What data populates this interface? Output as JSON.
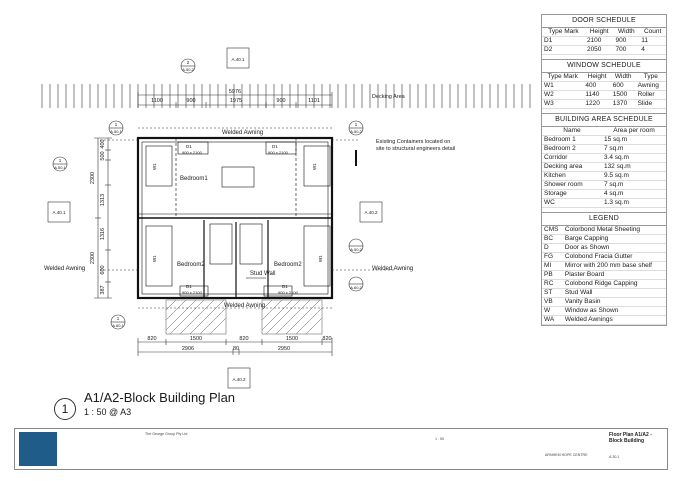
{
  "plan": {
    "title": "A1/A2-Block Building Plan",
    "number": "1",
    "scale": "1 : 50 @ A3",
    "top_dims": {
      "total": "5976",
      "segments": [
        "1100",
        "900",
        "1975",
        "900",
        "1101"
      ]
    },
    "bottom_dims": {
      "segments": [
        "820",
        "1500",
        "820",
        "1500",
        "820"
      ],
      "halves": [
        "2906",
        "80",
        "2950"
      ]
    },
    "left_dims": [
      "400",
      "500",
      "2300",
      "1313",
      "1316",
      "2300",
      "600",
      "387"
    ],
    "room_labels": [
      "Bedroom1",
      "Bedroom2",
      "Bedroom2",
      "Stud Wall",
      "Decking Area"
    ],
    "door_marks": [
      {
        "tag": "D1",
        "size": "900 x 2100"
      },
      {
        "tag": "D1",
        "size": "900 x 2100"
      },
      {
        "tag": "D1",
        "size": "900 x 2100"
      },
      {
        "tag": "D1",
        "size": "900 x 2100"
      }
    ],
    "window_marks": [
      "W1",
      "W1",
      "W1",
      "W1"
    ],
    "annotations": {
      "welded_awning_top": "Welded Awning",
      "welded_awning_bottom": "Welded Awning",
      "welded_awning_left": "Welded Awning",
      "welded_awning_right": "Welded Awning",
      "existing_containers": "Existing Containers located on site to structural engineers detail",
      "decking": "Decking Area"
    },
    "callouts": [
      {
        "num": "2",
        "ref": "A.50.2"
      },
      {
        "num": "1",
        "ref": "A.40.1"
      },
      {
        "num": "1",
        "ref": "A.50.1"
      },
      {
        "num": "1",
        "ref": "A.50.1"
      },
      {
        "num": "1",
        "ref": "A.40.1"
      },
      {
        "num": "1",
        "ref": "A.40.2"
      },
      {
        "num": "1",
        "ref": "A.50.2"
      },
      {
        "num": "1",
        "ref": "A.50.2"
      },
      {
        "num": "1",
        "ref": "A.60.1"
      },
      {
        "num": "2",
        "ref": "A.60.2"
      },
      {
        "num": "2",
        "ref": "A.40.2"
      }
    ]
  },
  "door_schedule": {
    "title": "DOOR SCHEDULE",
    "headers": [
      "Type Mark",
      "Height",
      "Width",
      "Count"
    ],
    "rows": [
      [
        "D1",
        "2100",
        "900",
        "11"
      ],
      [
        "D2",
        "2050",
        "700",
        "4"
      ]
    ]
  },
  "window_schedule": {
    "title": "WINDOW SCHEDULE",
    "headers": [
      "Type Mark",
      "Height",
      "Width",
      "Type"
    ],
    "rows": [
      [
        "W1",
        "400",
        "600",
        "Awning"
      ],
      [
        "W2",
        "1140",
        "1500",
        "Roller"
      ],
      [
        "W3",
        "1220",
        "1370",
        "Slide"
      ]
    ]
  },
  "area_schedule": {
    "title": "BUILDING AREA SCHEDULE",
    "headers": [
      "Name",
      "Area per room"
    ],
    "rows": [
      [
        "Bedroom 1",
        "15 sq.m"
      ],
      [
        "Bedroom 2",
        "7 sq.m"
      ],
      [
        "Corridor",
        "3.4 sq.m"
      ],
      [
        "Decking area",
        "132 sq.m"
      ],
      [
        "Kitchen",
        "9.5 sq.m"
      ],
      [
        "Shower room",
        "7 sq.m"
      ],
      [
        "Storage",
        "4 sq.m"
      ],
      [
        "WC",
        "1.3 sq.m"
      ]
    ]
  },
  "legend": {
    "title": "LEGEND",
    "rows": [
      [
        "CMS",
        "Colorbond Metal Sheeting"
      ],
      [
        "BC",
        "Barge Capping"
      ],
      [
        "D",
        "Door as Shown"
      ],
      [
        "FG",
        "Colobond Fracia Gutter"
      ],
      [
        "MI",
        "Mirror with 200 mm base shelf"
      ],
      [
        "PB",
        "Plaster Board"
      ],
      [
        "RC",
        "Colobond Ridge Capping"
      ],
      [
        "ST",
        "Stud Wall"
      ],
      [
        "VB",
        "Vanity Basin"
      ],
      [
        "W",
        "Window as Shown"
      ],
      [
        "WA",
        "Welded Awnings"
      ]
    ]
  },
  "title_block": {
    "company": "The George Group Pty Ltd",
    "drawing_title": "Floor Plan A1/A2 - Block Building",
    "drawing_no": "A.30.1",
    "project": "ARNHEM HOPE CENTRE",
    "scale": "1 : 50"
  },
  "colors": {
    "line": "#1a1a1a",
    "logo": "#1f5c8a",
    "hatch": "#555555"
  }
}
